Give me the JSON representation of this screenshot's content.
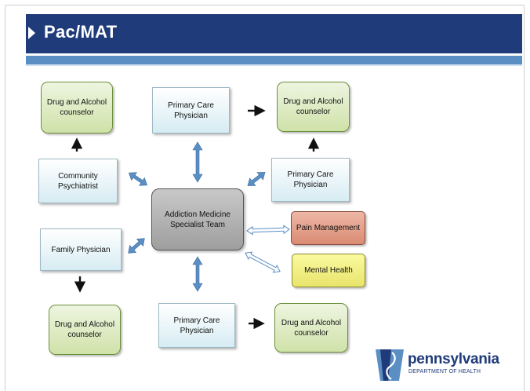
{
  "title": "Pac/MAT",
  "nodes": {
    "da_top_left": "Drug and Alcohol counselor",
    "pcp_top": "Primary Care Physician",
    "da_top_right": "Drug and Alcohol counselor",
    "community_psych": "Community Psychiatrist",
    "pcp_right": "Primary Care Physician",
    "center": "Addiction Medicine Specialist Team",
    "pain": "Pain Management",
    "mental": "Mental Health",
    "family_phys": "Family Physician",
    "da_bottom_left": "Drug and Alcohol counselor",
    "pcp_bottom": "Primary Care Physician",
    "da_bottom_right": "Drug and Alcohol counselor"
  },
  "colors": {
    "title_bar": "#1f3b7a",
    "accent_strip": "#5b8ec3",
    "connector": "#5b8ec3",
    "arrow_dark": "#111111"
  },
  "logo": {
    "name": "pennsylvania",
    "subtitle": "DEPARTMENT OF HEALTH"
  }
}
